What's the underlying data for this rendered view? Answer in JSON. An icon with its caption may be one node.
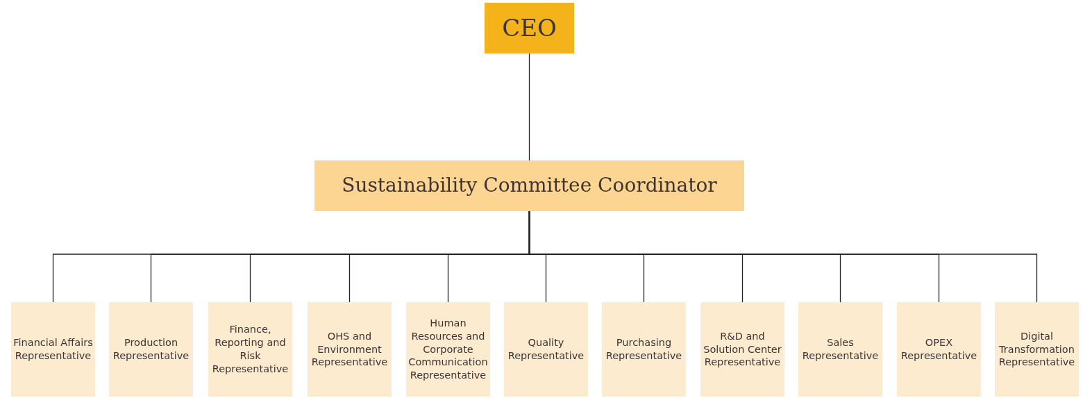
{
  "diagram": {
    "nodes": [
      {
        "text": [
          "CEO"
        ]
      },
      {
        "text": [
          "Sustainability Committee Coordinator"
        ]
      },
      {
        "text": [
          "Financial Affairs Representative"
        ]
      },
      {
        "text": [
          "Production Representative"
        ]
      },
      {
        "text": [
          "Finance, Reporting and Risk Representative"
        ]
      },
      {
        "text": [
          "OHS and Environment Representative"
        ]
      },
      {
        "text": [
          "Human Resources and Corporate Communication Representative"
        ]
      },
      {
        "text": [
          "Quality Representative"
        ]
      },
      {
        "text": [
          "Purchasing Representative"
        ]
      },
      {
        "text": [
          "R&D and Solution Center Representative"
        ]
      },
      {
        "text": [
          "Sales Representative"
        ]
      },
      {
        "text": [
          "OPEX Representative"
        ]
      },
      {
        "text": [
          "Digital Transformation Representative"
        ]
      }
    ],
    "edges": [
      {
        "from": 0,
        "to": 1,
        "arrow": "none"
      },
      {
        "from": 1,
        "to": 2,
        "arrow": "none"
      },
      {
        "from": 1,
        "to": 3,
        "arrow": "none"
      },
      {
        "from": 1,
        "to": 4,
        "arrow": "none"
      },
      {
        "from": 1,
        "to": 5,
        "arrow": "none"
      },
      {
        "from": 1,
        "to": 6,
        "arrow": "none"
      },
      {
        "from": 1,
        "to": 7,
        "arrow": "none"
      },
      {
        "from": 1,
        "to": 8,
        "arrow": "none"
      },
      {
        "from": 1,
        "to": 9,
        "arrow": "none"
      },
      {
        "from": 1,
        "to": 10,
        "arrow": "none"
      },
      {
        "from": 1,
        "to": 11,
        "arrow": "none"
      },
      {
        "from": 1,
        "to": 12,
        "arrow": "none"
      }
    ]
  }
}
